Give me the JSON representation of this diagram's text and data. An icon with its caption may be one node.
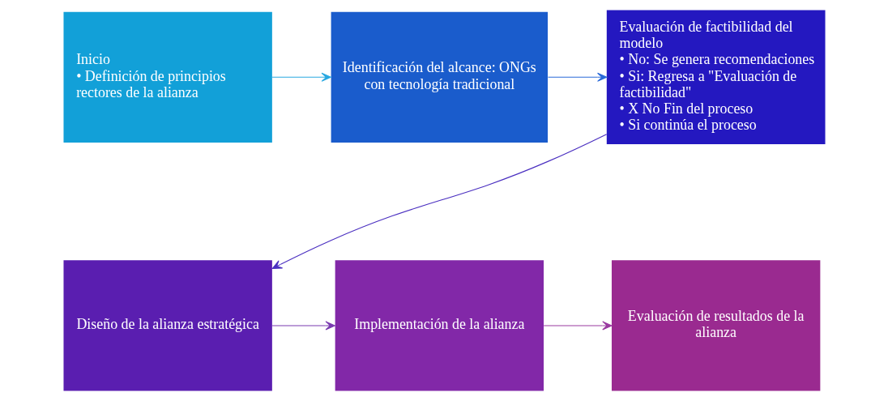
{
  "diagram": {
    "nodes": [
      {
        "text": [
          "Inicio",
          "• Definición de principios rectores de la alianza"
        ]
      },
      {
        "text": [
          "Identificación del alcance: ONGs con tecnología tradicional"
        ]
      },
      {
        "text": [
          "Evaluación de factibilidad del modelo",
          "• No: Se genera recomendaciones",
          "• Si: Regresa a \"Evaluación de factibilidad\"",
          "• X No Fin del proceso",
          "• Si continúa el proceso"
        ]
      },
      {
        "text": [
          "Diseño de la alianza estratégica"
        ]
      },
      {
        "text": [
          "Implementación de la alianza"
        ]
      },
      {
        "text": [
          "Evaluación de resultados de la alianza"
        ]
      }
    ],
    "edges": [
      {
        "from": 0,
        "to": 1,
        "arrow": "to",
        "color": "#29a8e0"
      },
      {
        "from": 1,
        "to": 2,
        "arrow": "to",
        "color": "#2a6ad8"
      },
      {
        "from": 2,
        "to": 3,
        "arrow": "to",
        "color": "#4a2fc0"
      },
      {
        "from": 3,
        "to": 4,
        "arrow": "to",
        "color": "#7a3ab0"
      },
      {
        "from": 4,
        "to": 5,
        "arrow": "to",
        "color": "#9a3aa0"
      }
    ]
  }
}
